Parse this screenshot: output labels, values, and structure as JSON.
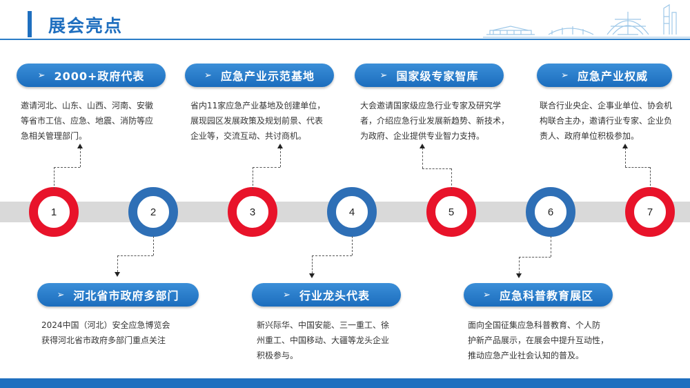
{
  "header": {
    "title": "展会亮点"
  },
  "colors": {
    "accent_blue": "#1f6fbf",
    "red": "#e8132a",
    "ring_blue": "#2e6fb6",
    "track": "#d9d9d9"
  },
  "nodes": [
    "1",
    "2",
    "3",
    "4",
    "5",
    "6",
    "7"
  ],
  "top_cards": [
    {
      "title": "2000+政府代表",
      "desc": [
        "邀请河北、山东、山西、河南、安徽",
        "等省市工信、应急、地震、消防等应",
        "急相关管理部门。"
      ]
    },
    {
      "title": "应急产业示范基地",
      "desc": [
        "省内11家应急产业基地及创建单位，",
        "展现园区发展政策及规划前景、代表",
        "企业等，交流互动、共讨商机。"
      ]
    },
    {
      "title": "国家级专家智库",
      "desc": [
        "大会邀请国家级应急行业专家及研究学",
        "者，介绍应急行业发展新趋势、新技术，",
        "为政府、企业提供专业智力支持。"
      ]
    },
    {
      "title": "应急产业权威",
      "desc": [
        "联合行业央企、企事业单位、协会机",
        "构联合主办，邀请行业专家、企业负",
        "责人、政府单位积极参加。"
      ]
    }
  ],
  "bottom_cards": [
    {
      "title": "河北省市政府多部门",
      "desc": [
        "2024中国（河北）安全应急博览会",
        "获得河北省市政府多部门重点关注"
      ]
    },
    {
      "title": "行业龙头代表",
      "desc": [
        "新兴际华、中国安能、三一重工、徐",
        "州重工、中国移动、大疆等龙头企业",
        "积极参与。"
      ]
    },
    {
      "title": "应急科普教育展区",
      "desc": [
        "面向全国征集应急科普教育、个人防",
        "护新产品展示，在展会中提升互动性，",
        "推动应急产业社会认知的普及。"
      ]
    }
  ],
  "icons": {
    "pill_arrow": "arrow-right-icon",
    "skyline": "skyline-icon"
  }
}
